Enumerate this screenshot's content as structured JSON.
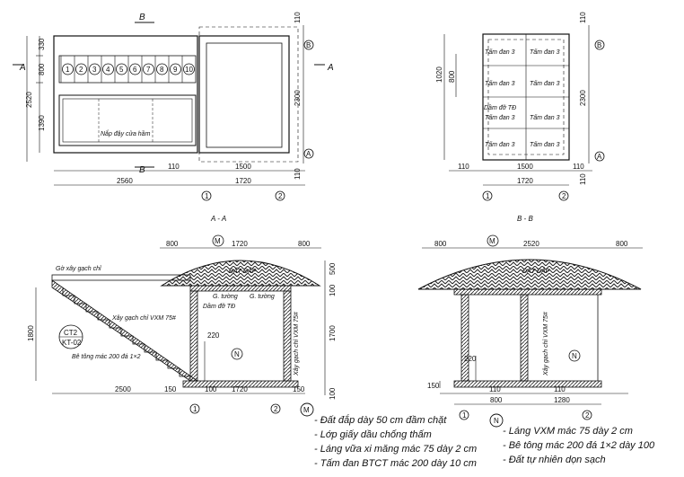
{
  "sections": {
    "aa_title": "A - A",
    "bb_title": "B - B",
    "cut_a": "A",
    "cut_b": "B"
  },
  "plan_left": {
    "steps": [
      "1",
      "2",
      "3",
      "4",
      "5",
      "6",
      "7",
      "8",
      "9",
      "10"
    ],
    "hatch_label": "Nắp đậy cửa hầm",
    "dims_left": [
      "330",
      "800",
      "1390"
    ],
    "dim_total_left": "2520",
    "dim_right": "2300",
    "dim_top": "110",
    "dim_bottom": "110",
    "dims_bottom_row1": [
      "110",
      "1500"
    ],
    "dim_bottom_row2": "2560",
    "dim_bottom_row2b": "1720",
    "axes": [
      "A",
      "B",
      "1",
      "2"
    ]
  },
  "plan_right": {
    "slabs": [
      "Tấm đan 3",
      "Tấm đan 3",
      "Tấm đan 3",
      "Tấm đan 3",
      "Tấm đan 3",
      "Tấm đan 3",
      "Tấm đan 3",
      "Tấm đan 3"
    ],
    "beam_label": "Dầm đỡ TĐ",
    "dims_left": [
      "800",
      "1020"
    ],
    "dim_right": "2300",
    "dim_top": "110",
    "dim_bottom": "110",
    "dims_bottom_row1": [
      "110",
      "1500",
      "110"
    ],
    "dim_bottom_row2": "1720",
    "axes": [
      "A",
      "B",
      "1",
      "2"
    ]
  },
  "section_aa": {
    "dims_top": [
      "800",
      "1720",
      "800"
    ],
    "earth_label": "ĐẤT ĐẮP",
    "brick_top": "Gờ xây gạch chỉ",
    "beam_label_1": "G. tường",
    "beam_label_2": "G. tường",
    "beam_label_3": "Dầm đỡ TĐ",
    "wall_label": "Xây gạch chỉ VXM 75#",
    "wall_label_right": "Xây gạch chỉ VXM 75#",
    "callout_1": "CT2",
    "callout_2": "KT-02",
    "stair_label": "Bê tông mác 200 đá 1×2",
    "dim_left": "1800",
    "dims_right": [
      "500",
      "100",
      "1700",
      "100"
    ],
    "dim_inner": "220",
    "dims_bottom": [
      "2500",
      "150",
      "100",
      "1720",
      "150"
    ],
    "marker_m": "M",
    "marker_n": "N",
    "axes": [
      "1",
      "2"
    ]
  },
  "section_bb": {
    "dims_top": [
      "800",
      "2520",
      "800"
    ],
    "earth_label": "ĐẤT ĐẮP",
    "wall_label": "Xây gạch chỉ VXM 75#",
    "dim_inner": "220",
    "dims_bottom": [
      "150",
      "110",
      "800",
      "1280",
      "110"
    ],
    "marker_m": "M",
    "marker_n": "N",
    "axes": [
      "1",
      "2"
    ]
  },
  "legend_m": {
    "marker": "M",
    "lines": [
      "- Đất đắp dày 50 cm đầm chặt",
      "- Lớp giấy dầu chống thấm",
      "- Láng vữa xi măng mác 75 dày 2 cm",
      "- Tấm đan BTCT mác 200 dày 10 cm"
    ]
  },
  "legend_n": {
    "marker": "N",
    "lines": [
      "- Láng VXM mác 75 dày 2 cm",
      "- Bê tông mác 200 đá 1×2 dày 100",
      "- Đất tự nhiên dọn sạch"
    ]
  }
}
